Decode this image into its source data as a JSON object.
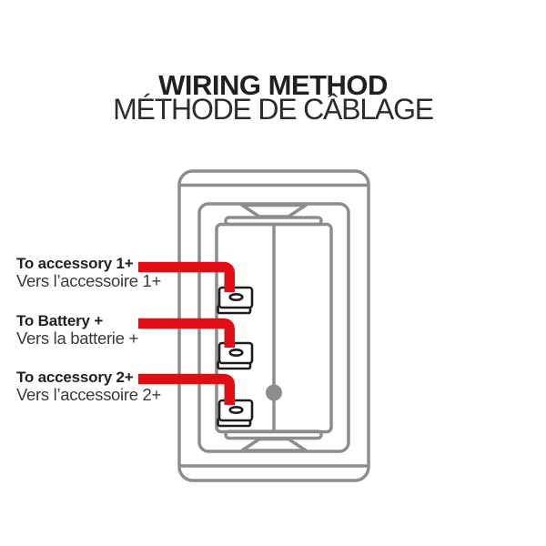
{
  "header": {
    "title_en": "WIRING METHOD",
    "title_fr": "MÉTHODE DE CÂBLAGE"
  },
  "wires": [
    {
      "id": "accessory-1",
      "label_en": "To accessory 1+",
      "label_fr": "Vers l’accessoire 1+"
    },
    {
      "id": "battery",
      "label_en": "To Battery +",
      "label_fr": "Vers la batterie +"
    },
    {
      "id": "accessory-2",
      "label_en": "To accessory 2+",
      "label_fr": "Vers l’accessoire 2+"
    }
  ],
  "colors": {
    "wire_red": "#e00d15",
    "outline_gray": "#8d8d8d",
    "terminal_black": "#1c1c1c",
    "text_dark": "#231f20"
  }
}
